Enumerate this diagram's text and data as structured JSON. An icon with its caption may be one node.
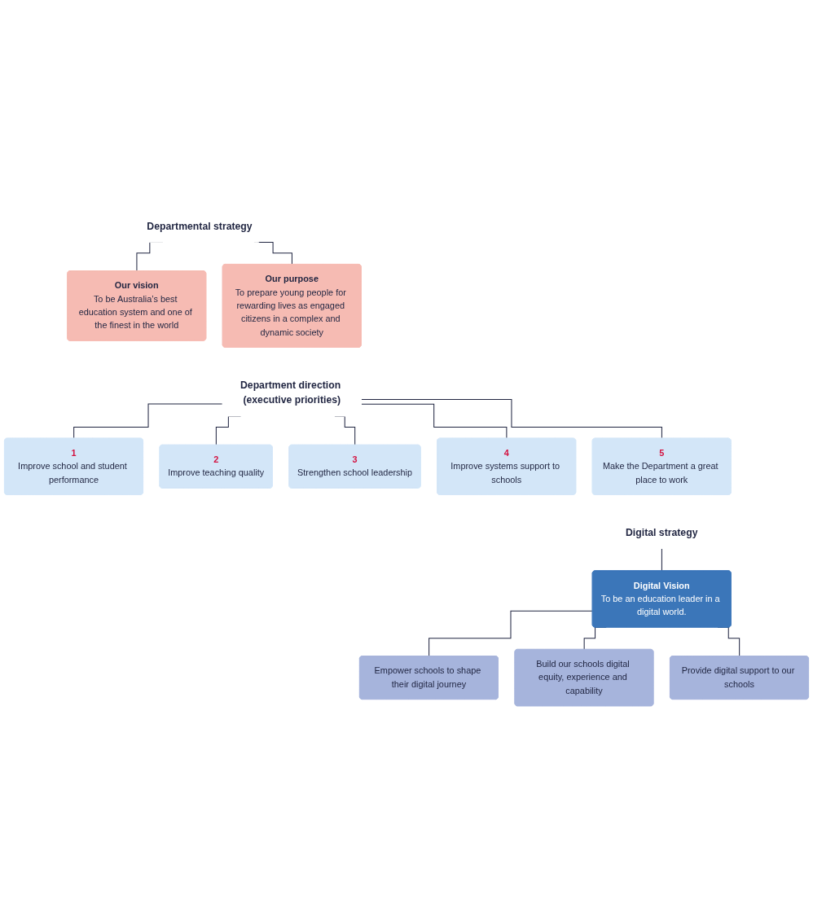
{
  "diagram": {
    "nodes": [
      {
        "text": [
          "Departmental strategy"
        ]
      },
      {
        "text": [
          "Our vision",
          "To be Australia’s best education system and one of the finest in the world"
        ]
      },
      {
        "text": [
          "Our purpose",
          "To prepare young people for rewarding lives as engaged citizens in a complex and dynamic society"
        ]
      },
      {
        "text": [
          "Department direction (executive priorities)"
        ]
      },
      {
        "text": [
          "1",
          "Improve school and student performance"
        ]
      },
      {
        "text": [
          "2",
          "Improve teaching quality"
        ]
      },
      {
        "text": [
          "3",
          "Strengthen school leadership"
        ]
      },
      {
        "text": [
          "4",
          "Improve systems support to schools"
        ]
      },
      {
        "text": [
          "5",
          "Make the Department a great place to work"
        ]
      },
      {
        "text": [
          "Digital strategy"
        ]
      },
      {
        "text": [
          "Digital Vision",
          "To be an education leader in a digital world."
        ]
      },
      {
        "text": [
          "Empower schools to shape their digital journey"
        ]
      },
      {
        "text": [
          "Build our schools digital equity, experience and capability"
        ]
      },
      {
        "text": [
          "Provide digital support to our schools"
        ]
      }
    ],
    "edges": [
      {
        "from": 0,
        "to": 1,
        "arrow": "none"
      },
      {
        "from": 0,
        "to": 2,
        "arrow": "none"
      },
      {
        "from": 3,
        "to": 4,
        "arrow": "none"
      },
      {
        "from": 3,
        "to": 5,
        "arrow": "none"
      },
      {
        "from": 3,
        "to": 6,
        "arrow": "none"
      },
      {
        "from": 3,
        "to": 7,
        "arrow": "none"
      },
      {
        "from": 3,
        "to": 8,
        "arrow": "none"
      },
      {
        "from": 9,
        "to": 10,
        "arrow": "none"
      },
      {
        "from": 10,
        "to": 11,
        "arrow": "none"
      },
      {
        "from": 10,
        "to": 12,
        "arrow": "none"
      },
      {
        "from": 10,
        "to": 13,
        "arrow": "none"
      }
    ]
  }
}
